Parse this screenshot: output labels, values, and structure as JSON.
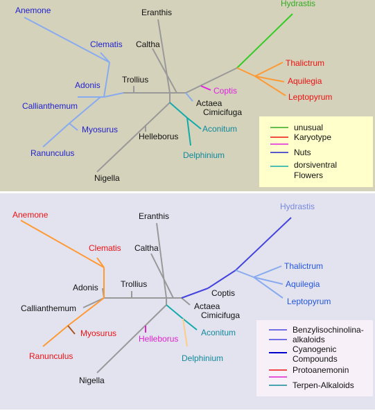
{
  "colors": {
    "top_bg": "#d4d2bb",
    "bottom_bg": "#e3e3f0",
    "divider": "#ffffff",
    "legend_top_bg": "#ffffcc",
    "legend_bottom_bg": "#f8f0f8",
    "trunk": "#999999",
    "blue": "#2222cc",
    "lightblue": "#88aaee",
    "green": "#33cc22",
    "red": "#ee1111",
    "orange": "#ff9933",
    "magenta": "#dd22dd",
    "teal": "#118899",
    "darkteal": "#11aaaa",
    "dark": "#111111",
    "brown": "#aa5522",
    "pink": "#dd22cc",
    "ltorange": "#ffcc88"
  },
  "top": {
    "labels": {
      "anemone": "Anemone",
      "eranthis": "Eranthis",
      "hydrastis": "Hydrastis",
      "clematis": "Clematis",
      "caltha": "Caltha",
      "thalictrum": "Thalictrum",
      "aquilegia": "Aquilegia",
      "leptopyrum": "Leptopyrum",
      "adonis": "Adonis",
      "trollius": "Trollius",
      "coptis": "Coptis",
      "actaea": "Actaea",
      "cimicifuga": "Cimicifuga",
      "callianthemum": "Callianthemum",
      "myosurus": "Myosurus",
      "aconitum": "Aconitum",
      "helleborus": "Helleborus",
      "ranunculus": "Ranunculus",
      "delphinium": "Delphinium",
      "nigella": "Nigella"
    },
    "legend": [
      {
        "label": "unusual",
        "color": "#33aa22"
      },
      {
        "label": "Karyotype",
        "color": "#ee1111"
      },
      {
        "label": "",
        "color": "#dd22dd"
      },
      {
        "label": "Nuts",
        "color": "#2222cc"
      },
      {
        "label": "dorsiventral",
        "color": "#11aaaa"
      },
      {
        "label": "Flowers",
        "color": ""
      }
    ]
  },
  "bottom": {
    "labels": {
      "anemone": "Anemone",
      "eranthis": "Eranthis",
      "hydrastis": "Hydrastis",
      "clematis": "Clematis",
      "caltha": "Caltha",
      "thalictrum": "Thalictrum",
      "aquilegia": "Aquilegia",
      "adonis": "Adonis",
      "trollius": "Trollius",
      "coptis": "Coptis",
      "leptopyrum": "Leptopyrum",
      "callianthemum": "Callianthemum",
      "actaea": "Actaea",
      "cimicifuga": "Cimicifuga",
      "myosurus": "Myosurus",
      "helleborus": "Helleborus",
      "aconitum": "Aconitum",
      "ranunculus": "Ranunculus",
      "delphinium": "Delphinium",
      "nigella": "Nigella"
    },
    "legend": [
      {
        "label": "Benzylisochinolina-",
        "color": "#4444dd"
      },
      {
        "label": "alkaloids",
        "color": "#4444dd"
      },
      {
        "label": "Cyanogenic",
        "color": "#0000cc"
      },
      {
        "label": "Compounds",
        "color": ""
      },
      {
        "label": "Protoanemonin",
        "color": "#ee1111"
      },
      {
        "label": "",
        "color": "#dd22cc"
      },
      {
        "label": "Terpen-Alkaloids",
        "color": "#118899"
      }
    ]
  }
}
